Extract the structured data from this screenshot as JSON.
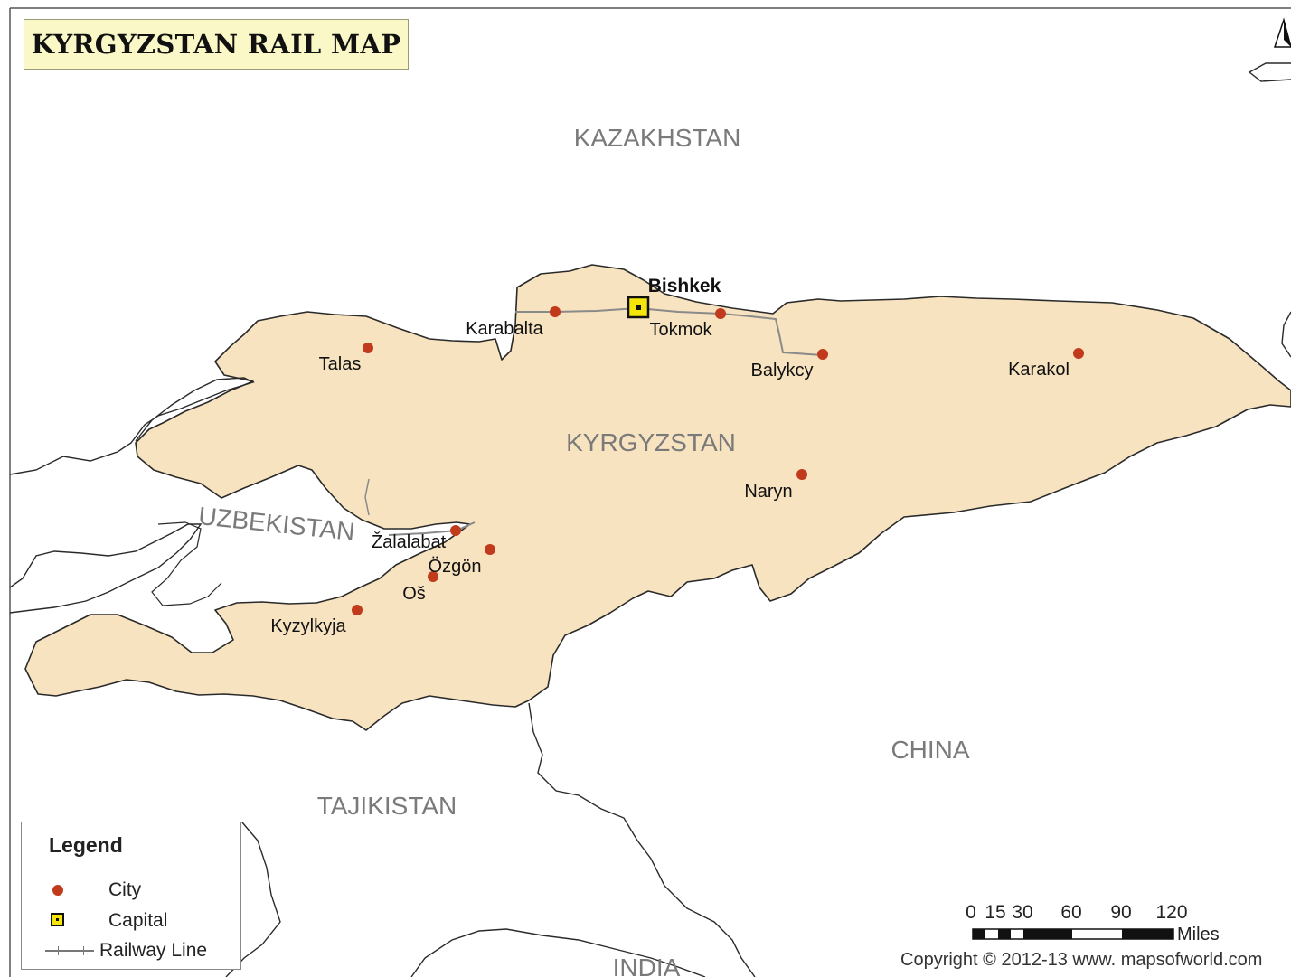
{
  "title": "KYRGYZSTAN RAIL MAP",
  "regions": {
    "kazakhstan": "KAZAKHSTAN",
    "kyrgyzstan": "KYRGYZSTAN",
    "uzbekistan": "UZBEKISTAN",
    "tajikistan": "TAJIKISTAN",
    "china": "CHINA",
    "india": "INDIA"
  },
  "capital": "Bishkek",
  "cities": {
    "karabalta": "Karabalta",
    "tokmok": "Tokmok",
    "talas": "Talas",
    "balykcy": "Balykcy",
    "karakol": "Karakol",
    "naryn": "Naryn",
    "zalalabat": "Žalalabat",
    "ozgon": "Özgön",
    "os": "Oš",
    "kyzylkyja": "Kyzylkyja"
  },
  "legend": {
    "title": "Legend",
    "city": "City",
    "capital": "Capital",
    "railway": "Railway Line"
  },
  "scale": {
    "ticks": [
      "0",
      "15",
      "30",
      "60",
      "90",
      "120"
    ],
    "unit": "Miles"
  },
  "copyright": "Copyright © 2012-13 www. mapsofworld.com",
  "colors": {
    "land": "#f7e3c0",
    "border": "#2a2a2a",
    "city_dot": "#c23a1c",
    "capital_fill": "#f4e60a",
    "railway": "#8a8a8a",
    "region_label": "#7a7a7a",
    "title_bg": "#fbf8c7"
  }
}
